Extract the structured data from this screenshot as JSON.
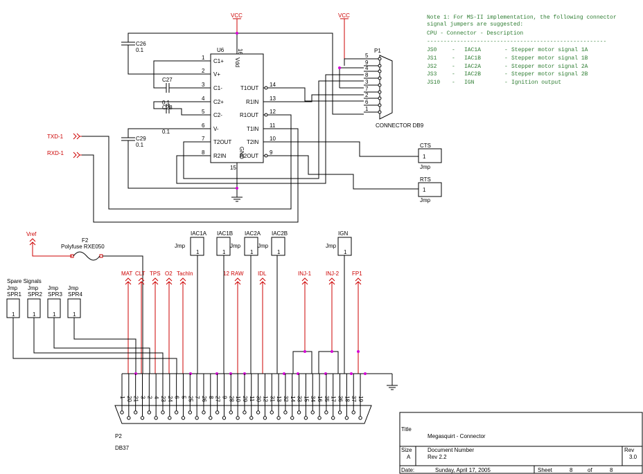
{
  "power": {
    "vcc_left": "VCC",
    "vcc_right": "VCC",
    "vref": "Vref",
    "gnd_pin": "GND"
  },
  "ic": {
    "ref": "U6",
    "vdd": "Vdd",
    "left_pins": [
      {
        "num": "1",
        "name": "C1+"
      },
      {
        "num": "2",
        "name": "V+"
      },
      {
        "num": "3",
        "name": "C1-"
      },
      {
        "num": "4",
        "name": "C2+"
      },
      {
        "num": "5",
        "name": "C2-"
      },
      {
        "num": "6",
        "name": "V-"
      },
      {
        "num": "7",
        "name": "T2OUT"
      },
      {
        "num": "8",
        "name": "R2IN"
      }
    ],
    "right_pins": [
      {
        "num": "14",
        "name": "T1OUT"
      },
      {
        "num": "13",
        "name": "R1IN"
      },
      {
        "num": "12",
        "name": "R1OUT"
      },
      {
        "num": "11",
        "name": "T1IN"
      },
      {
        "num": "10",
        "name": "T2IN"
      },
      {
        "num": "9",
        "name": "R2OUT"
      }
    ],
    "pin16": "16",
    "pin15": "15"
  },
  "caps": [
    {
      "ref": "C26",
      "val": "0.1"
    },
    {
      "ref": "C27",
      "val": "0.1"
    },
    {
      "ref": "C28",
      "val": "0.1"
    },
    {
      "ref": "C29",
      "val": "0.1"
    }
  ],
  "db9": {
    "ref": "P1",
    "pins": [
      "5",
      "9",
      "4",
      "8",
      "3",
      "7",
      "2",
      "6",
      "1"
    ],
    "label": "CONNECTOR DB9"
  },
  "note": {
    "lines": [
      "Note 1: For MS-II implementation, the following connector",
      "signal jumpers are suggested:",
      "CPU  -  Connector - Description",
      "------------------------------------------------------"
    ],
    "rows": [
      {
        "cpu": "JS0",
        "conn": "IAC1A",
        "desc": "Stepper motor signal 1A"
      },
      {
        "cpu": "JS1",
        "conn": "IAC1B",
        "desc": "Stepper motor signal 1B"
      },
      {
        "cpu": "JS2",
        "conn": "IAC2A",
        "desc": "Stepper motor signal 2A"
      },
      {
        "cpu": "JS3",
        "conn": "IAC2B",
        "desc": "Stepper motor signal 2B"
      },
      {
        "cpu": "JS10",
        "conn": "IGN",
        "desc": "Ignition output"
      }
    ]
  },
  "nets": {
    "txd": "TXD-1",
    "rxd": "RXD-1"
  },
  "jumpers": {
    "cts": {
      "name": "CTS",
      "pin": "1",
      "type": "Jmp"
    },
    "rts": {
      "name": "RTS",
      "pin": "1",
      "type": "Jmp"
    },
    "iac": [
      "IAC1A",
      "IAC1B",
      "IAC2A",
      "IAC2B"
    ],
    "ign": "IGN",
    "type": "Jmp",
    "pin": "1",
    "spare_title": "Spare Signals",
    "spare": [
      "SPR1",
      "SPR2",
      "SPR3",
      "SPR4"
    ]
  },
  "fuse": {
    "ref": "F2",
    "part": "Polyfuse RXE050"
  },
  "signals": [
    "MAT",
    "CLT",
    "TPS",
    "O2",
    "TachIn",
    "12 RAW",
    "IDL",
    "INJ-1",
    "INJ-2",
    "FP1"
  ],
  "db37": {
    "ref": "P2",
    "label": "DB37",
    "pins": [
      "1",
      "20",
      "21",
      "3",
      "2",
      "4",
      "23",
      "24",
      "6",
      "5",
      "25",
      "7",
      "26",
      "8",
      "27",
      "9",
      "28",
      "10",
      "29",
      "11",
      "30",
      "12",
      "31",
      "13",
      "32",
      "14",
      "33",
      "15",
      "34",
      "16",
      "35",
      "17",
      "36",
      "18",
      "37",
      "19"
    ]
  },
  "title_block": {
    "title_label": "Title",
    "title": "Megasquirt - Connector",
    "size_label": "Size",
    "size": "A",
    "docnum_label": "Document Number",
    "docnum": "Rev 2.2",
    "rev_label": "Rev",
    "rev": "3.0",
    "date_label": "Date:",
    "date": "Sunday, April 17, 2005",
    "sheet_label": "Sheet",
    "sheet": "8",
    "of_label": "of",
    "sheets": "8"
  }
}
